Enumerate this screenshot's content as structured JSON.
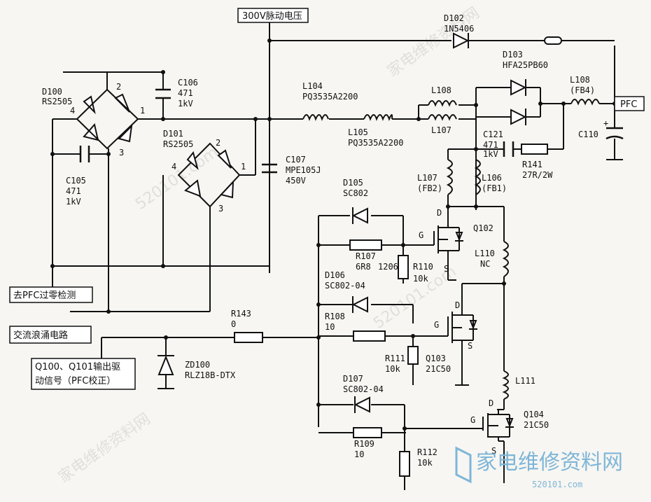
{
  "boxes": {
    "pulse": "300V脉动电压",
    "pfc": "PFC",
    "zero": "去PFC过零检测",
    "surge": "交流浪涌电路",
    "drive1": "Q100、Q101输出驱",
    "drive2": "动信号（PFC校正）"
  },
  "labels": {
    "d100": "D100",
    "rs2505a": "RS2505",
    "c106": "C106",
    "c106v": "471",
    "c106k": "1kV",
    "c105": "C105",
    "c105v": "471",
    "c105k": "1kV",
    "d101": "D101",
    "rs2505b": "RS2505",
    "c107": "C107",
    "c107v": "MPE105J",
    "c107k": "450V",
    "l104": "L104",
    "l104v": "PQ3535A2200",
    "l105": "L105",
    "l105v": "PQ3535A2200",
    "l108a": "L108",
    "l107a": "L107",
    "d102": "D102",
    "d102v": "1N5406",
    "d103": "D103",
    "d103v": "HFA25PB60",
    "l108b": "L108",
    "l108bv": "(FB4)",
    "c110": "C110",
    "c121": "C121",
    "c121v": "471",
    "c121k": "1kV",
    "r141": "R141",
    "r141v": "27R/2W",
    "l107b": "L107",
    "l107bv": "(FB2)",
    "l106": "L106",
    "l106v": "(FB1)",
    "d105": "D105",
    "d105v": "SC802",
    "r107": "R107",
    "r107v": "6R8",
    "r107s": "1206",
    "r110": "R110",
    "r110v": "10k",
    "q102": "Q102",
    "l110": "L110",
    "l110v": "NC",
    "d106": "D106",
    "d106v": "SC802-04",
    "r108": "R108",
    "r108v": "10",
    "r143": "R143",
    "r143v": "0",
    "r111": "R111",
    "r111v": "10k",
    "q103": "Q103",
    "q103v": "21C50",
    "zd100": "ZD100",
    "zd100v": "RLZ18B-DTX",
    "d107": "D107",
    "d107v": "SC802-04",
    "r109": "R109",
    "r109v": "10",
    "r112": "R112",
    "r112v": "10k",
    "l111": "L111",
    "q104": "Q104",
    "q104v": "21C50",
    "pin1a": "1",
    "pin2a": "2",
    "pin3a": "3",
    "pin4a": "4",
    "pin1b": "1",
    "pin2b": "2",
    "pin3b": "3",
    "pin4b": "4",
    "g1": "G",
    "d1": "D",
    "s1": "S",
    "g2": "G",
    "d2": "D",
    "s2": "S",
    "g3": "G",
    "d3": "D",
    "s3": "S",
    "plus": "+"
  },
  "watermark": {
    "logo": "家电维修资料网",
    "url": "520101.com"
  }
}
